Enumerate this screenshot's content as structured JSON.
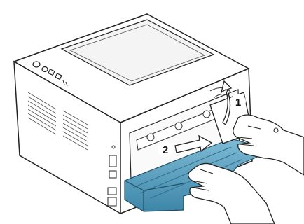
{
  "figure": {
    "callouts": [
      {
        "number": "1",
        "step": "lift-rear-cover"
      },
      {
        "number": "2",
        "step": "pull-duplex-unit-out"
      }
    ],
    "colors": {
      "outline": "#222222",
      "printer_body": "#ffffff",
      "highlight_part": "#5aa3c4",
      "highlight_part_dark": "#3d86a8",
      "arrow_fill": "#ffffff"
    },
    "icons": [
      "printer-illustration",
      "hand-illustration",
      "curved-arrow-icon",
      "straight-arrow-icon"
    ]
  }
}
